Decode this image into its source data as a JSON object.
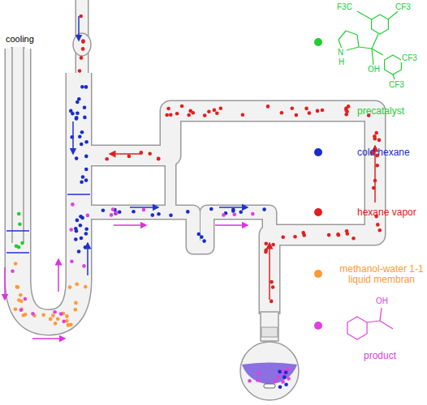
{
  "diagram": {
    "labels": [
      "cooling",
      "F3C",
      "CF3",
      "CF3",
      "CF3",
      "N",
      "H",
      "OH",
      "OH"
    ],
    "legend": [
      {
        "text": "precatalyst",
        "color": "#22cc33"
      },
      {
        "text": "cold hexane",
        "color": "#1a2cc8"
      },
      {
        "text": "hexane vapor",
        "color": "#e02020"
      },
      {
        "text": "methanol-water 1-1 liquid membran",
        "color": "#ff9933"
      },
      {
        "text": "product",
        "color": "#e040e0"
      }
    ]
  }
}
